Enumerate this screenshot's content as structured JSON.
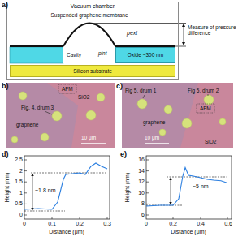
{
  "diagram": {
    "nodes": [
      {
        "text": [
          "Vacuum chamber"
        ]
      },
      {
        "text": [
          "Cavity"
        ],
        "in": 0
      },
      {
        "text": [
          "Oxide ~300 nm"
        ],
        "in": 0
      },
      {
        "text": [
          "Silicon substrate"
        ],
        "in": 0
      }
    ],
    "labels": [
      "a)",
      "Suspended graphene membrane",
      "pext",
      "pint",
      "Measure of pressure difference",
      "b)",
      "AFM",
      "SiO2",
      "Fig. 4, drum 3",
      "graphene",
      "10 μm",
      "c)",
      "Fig 5, drum 1",
      "Fig 5, drum 2",
      "AFM",
      "graphene",
      "10 μm",
      "SiO2",
      "d)",
      "0",
      "0.5",
      "1",
      "1.5",
      "2",
      "2.5",
      "0",
      "0.1",
      "0.2",
      "0.3",
      "Height (nm)",
      "Distance (μm)",
      "~1.8 nm",
      "e)",
      "6",
      "8",
      "10",
      "12",
      "14",
      "16",
      "0",
      "0.2",
      "0.4",
      "0.6",
      "Height (nm)",
      "Distance (μm)",
      "~5 nm"
    ]
  }
}
